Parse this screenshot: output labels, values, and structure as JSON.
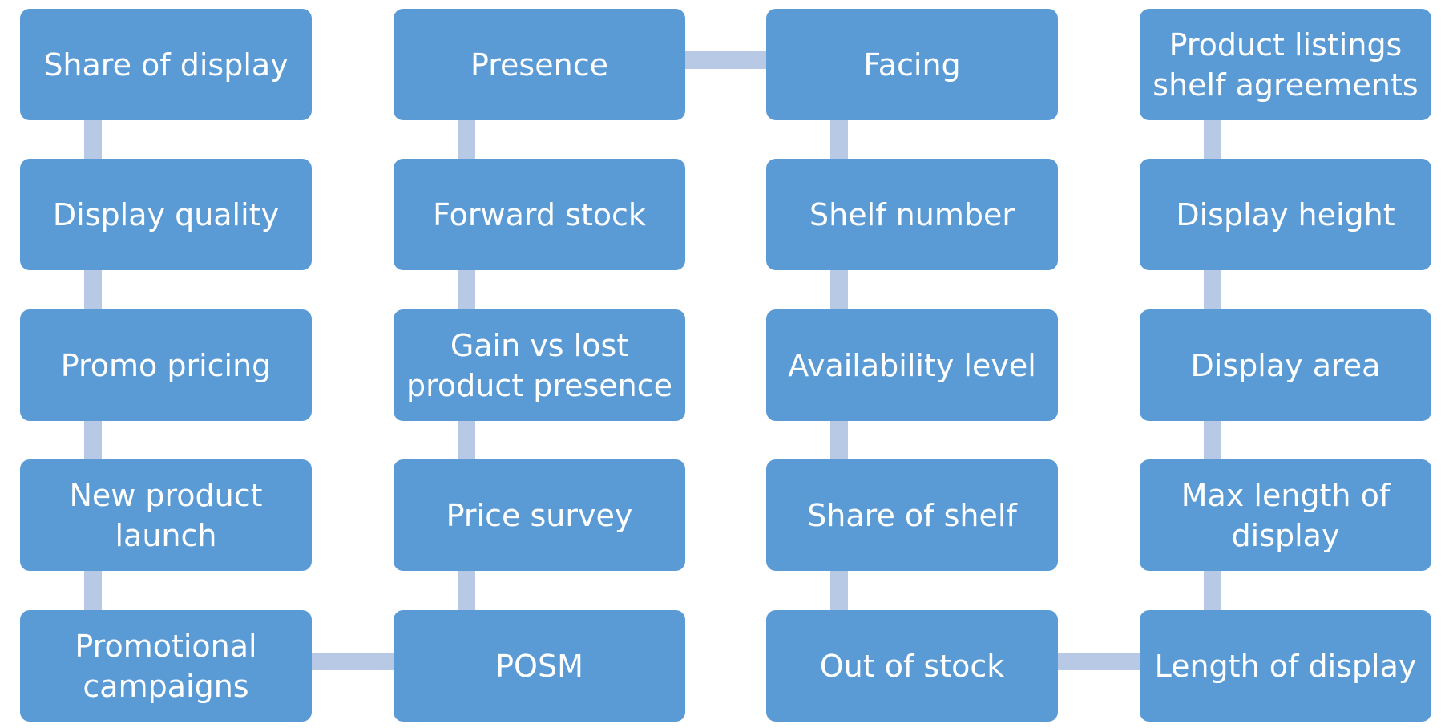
{
  "colors": {
    "node_fill": "#5b9bd5",
    "connector": "#b7c9e5",
    "text": "#ffffff"
  },
  "flow": {
    "columns": [
      {
        "nodes": [
          {
            "label": "Share of display"
          },
          {
            "label": "Display quality"
          },
          {
            "label": "Promo pricing"
          },
          {
            "label": "New product\nlaunch"
          },
          {
            "label": "Promotional\ncampaigns"
          }
        ]
      },
      {
        "nodes": [
          {
            "label": "Presence"
          },
          {
            "label": "Forward stock"
          },
          {
            "label": "Gain vs lost\nproduct presence"
          },
          {
            "label": "Price survey"
          },
          {
            "label": "POSM"
          }
        ]
      },
      {
        "nodes": [
          {
            "label": "Facing"
          },
          {
            "label": "Shelf number"
          },
          {
            "label": "Availability level"
          },
          {
            "label": "Share of shelf"
          },
          {
            "label": "Out of stock"
          }
        ]
      },
      {
        "nodes": [
          {
            "label": "Product listings\nshelf agreements"
          },
          {
            "label": "Display height"
          },
          {
            "label": "Display area"
          },
          {
            "label": "Max length of\ndisplay"
          },
          {
            "label": "Length of display"
          }
        ]
      }
    ],
    "links": [
      {
        "from": [
          0,
          4
        ],
        "to": [
          1,
          4
        ]
      },
      {
        "from": [
          1,
          0
        ],
        "to": [
          2,
          0
        ]
      },
      {
        "from": [
          2,
          4
        ],
        "to": [
          3,
          4
        ]
      }
    ]
  }
}
